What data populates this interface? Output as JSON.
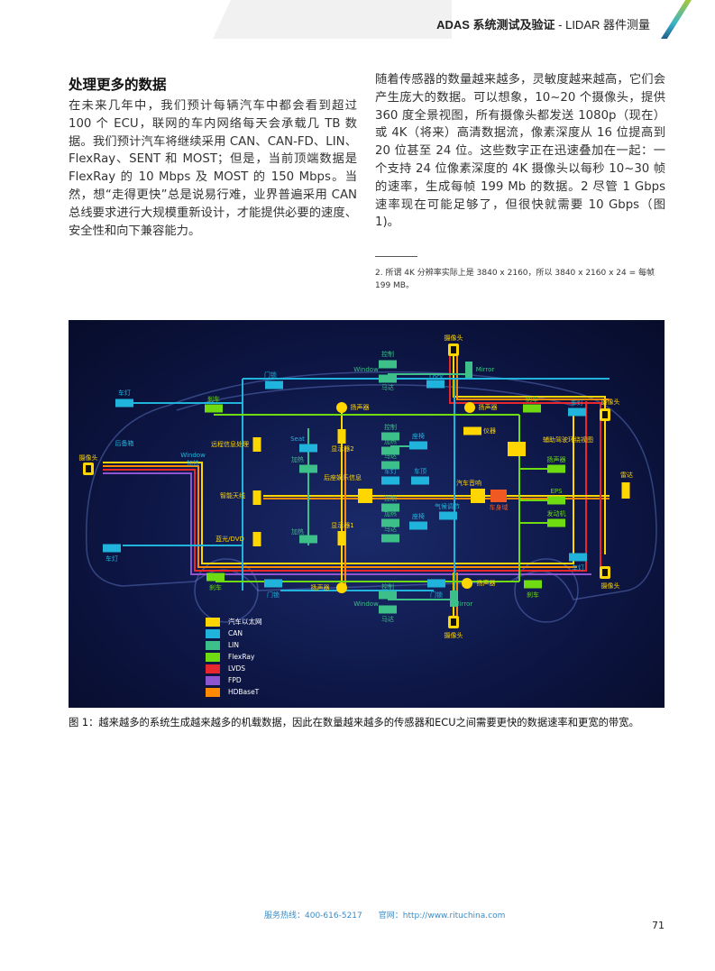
{
  "header": {
    "title_bold": "ADAS 系统测试及验证",
    "title_rest": " - LIDAR 器件测量"
  },
  "section": {
    "heading": "处理更多的数据",
    "left_paragraph": "在未来几年中，我们预计每辆汽车中都会看到超过 100 个 ECU，联网的车内网络每天会承载几 TB 数据。我们预计汽车将继续采用 CAN、CAN-FD、LIN、FlexRay、SENT 和 MOST；但是，当前顶端数据是 FlexRay 的 10 Mbps 及 MOST 的 150 Mbps。当然，想“走得更快”总是说易行难，业界普遍采用 CAN 总线要求进行大规模重新设计，才能提供必要的速度、安全性和向下兼容能力。",
    "right_paragraph": "随着传感器的数量越来越多，灵敏度越来越高，它们会产生庞大的数据。可以想象，10~20 个摄像头，提供 360 度全景视图，所有摄像头都发送 1080p（现在）或 4K（将来）高清数据流，像素深度从 16 位提高到 20 位甚至 24 位。这些数字正在迅速叠加在一起：一个支持 24 位像素深度的 4K 摄像头以每秒 10~30 帧的速率，生成每帧 199 Mb 的数据。2 尽管 1 Gbps 速率现在可能足够了，但很快就需要 10 Gbps（图 1)。",
    "footnote": "2. 所谓 4K 分辨率实际上是 3840 x 2160，所以 3840 x 2160 x 24 = 每帧 199 MB。"
  },
  "figure": {
    "nodes": [
      {
        "label": "摄像头",
        "bus": "cam"
      },
      {
        "label": "控制",
        "bus": "lin"
      },
      {
        "label": "马达",
        "bus": "lin"
      },
      {
        "label": "Mirror",
        "bus": "lin"
      },
      {
        "label": "Lock",
        "bus": "can"
      },
      {
        "label": "门锁",
        "bus": "can"
      },
      {
        "label": "车灯",
        "bus": "can"
      },
      {
        "label": "刹车",
        "bus": "flex"
      },
      {
        "label": "扬声器",
        "bus": "spk"
      },
      {
        "label": "扬声器",
        "bus": "spk"
      },
      {
        "label": "刹车",
        "bus": "flex"
      },
      {
        "label": "车灯",
        "bus": "can"
      },
      {
        "label": "摄像头",
        "bus": "cam"
      },
      {
        "label": "仪器",
        "bus": "eth"
      },
      {
        "label": "摄像头",
        "bus": "cam"
      },
      {
        "label": "远程信息处理",
        "bus": "eth"
      },
      {
        "label": "Seat",
        "bus": "can"
      },
      {
        "label": "加热",
        "bus": "lin"
      },
      {
        "label": "显示器2",
        "bus": "eth"
      },
      {
        "label": "控制",
        "bus": "lin"
      },
      {
        "label": "加热",
        "bus": "lin"
      },
      {
        "label": "马达",
        "bus": "lin"
      },
      {
        "label": "座椅",
        "bus": "can"
      },
      {
        "label": "辅助驾驶环绕视图",
        "bus": "eth"
      },
      {
        "label": "车灯",
        "bus": "can"
      },
      {
        "label": "车顶",
        "bus": "can"
      },
      {
        "label": "扬声器",
        "bus": "flex"
      },
      {
        "label": "雷达",
        "bus": "eth"
      },
      {
        "label": "智能天线",
        "bus": "eth"
      },
      {
        "label": "后座娱乐信息",
        "bus": "eth"
      },
      {
        "label": "汽车音响",
        "bus": "eth"
      },
      {
        "label": "车身域",
        "bus": "hdb"
      },
      {
        "label": "EPS",
        "bus": "flex"
      },
      {
        "label": "控制",
        "bus": "lin"
      },
      {
        "label": "加热",
        "bus": "lin"
      },
      {
        "label": "马达",
        "bus": "lin"
      },
      {
        "label": "座椅",
        "bus": "can"
      },
      {
        "label": "气候调节",
        "bus": "can"
      },
      {
        "label": "发动机",
        "bus": "flex"
      },
      {
        "label": "蓝光/DVD",
        "bus": "eth"
      },
      {
        "label": "加热",
        "bus": "lin"
      },
      {
        "label": "显示器1",
        "bus": "eth"
      },
      {
        "label": "车灯",
        "bus": "can"
      },
      {
        "label": "车灯",
        "bus": "can"
      },
      {
        "label": "摄像头",
        "bus": "cam"
      },
      {
        "label": "刹车",
        "bus": "flex"
      },
      {
        "label": "门锁",
        "bus": "can"
      },
      {
        "label": "扬声器",
        "bus": "spk"
      },
      {
        "label": "门锁",
        "bus": "can"
      },
      {
        "label": "扬声器",
        "bus": "spk"
      },
      {
        "label": "刹车",
        "bus": "flex"
      },
      {
        "label": "控制",
        "bus": "lin"
      },
      {
        "label": "马达",
        "bus": "lin"
      },
      {
        "label": "Mirror",
        "bus": "lin"
      },
      {
        "label": "摄像头",
        "bus": "cam"
      }
    ],
    "extra_labels": [
      {
        "text": "Window",
        "bus": "lin"
      },
      {
        "text": "后备箱",
        "bus": "can"
      },
      {
        "text": "Window",
        "bus": "can"
      },
      {
        "text": "加热",
        "bus": "can"
      },
      {
        "text": "Window",
        "bus": "lin"
      }
    ],
    "legend": [
      {
        "label": "汽车以太网",
        "color": "#ffd600"
      },
      {
        "label": "CAN",
        "color": "#20b4dc"
      },
      {
        "label": "LIN",
        "color": "#3cbf88"
      },
      {
        "label": "FlexRay",
        "color": "#6fdc12"
      },
      {
        "label": "LVDS",
        "color": "#e8262e"
      },
      {
        "label": "FPD",
        "color": "#8e55d0"
      },
      {
        "label": "HDBaseT",
        "color": "#ff8a00"
      }
    ],
    "colors": {
      "eth": "#ffd600",
      "can": "#20b4dc",
      "lin": "#3cbf88",
      "flex": "#6fdc12",
      "lvds": "#e8262e",
      "fpd": "#8e55d0",
      "hdb": "#ff8a00",
      "hdb_box": "#f05a22"
    }
  },
  "caption": "图 1：越来越多的系统生成越来越多的机载数据，因此在数量越来越多的传感器和ECU之间需要更快的数据速率和更宽的带宽。",
  "footer": {
    "hotline": "服务热线：400-616-5217",
    "website": "官网：http://www.rituchina.com",
    "page_number": "71"
  }
}
